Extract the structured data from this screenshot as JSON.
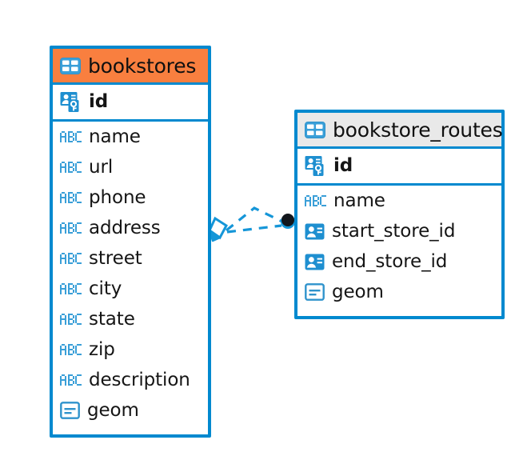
{
  "diagram": {
    "type": "entity-relationship-diagram",
    "background_color": "#ffffff",
    "accent_color": "#0089cf",
    "highlight_color": "#f97f3f",
    "neutral_header_color": "#e9e9e9"
  },
  "entities": [
    {
      "name": "bookstores",
      "header_style": "accent",
      "table_icon": "table-icon",
      "primary_key": {
        "label": "id",
        "icon": "primary-key-icon"
      },
      "fields": [
        {
          "label": "name",
          "icon": "abc-icon"
        },
        {
          "label": "url",
          "icon": "abc-icon"
        },
        {
          "label": "phone",
          "icon": "abc-icon"
        },
        {
          "label": "address",
          "icon": "abc-icon"
        },
        {
          "label": "street",
          "icon": "abc-icon"
        },
        {
          "label": "city",
          "icon": "abc-icon"
        },
        {
          "label": "state",
          "icon": "abc-icon"
        },
        {
          "label": "zip",
          "icon": "abc-icon"
        },
        {
          "label": "description",
          "icon": "abc-icon"
        },
        {
          "label": "geom",
          "icon": "blob-icon"
        }
      ]
    },
    {
      "name": "bookstore_routes",
      "header_style": "neutral",
      "table_icon": "table-icon",
      "primary_key": {
        "label": "id",
        "icon": "primary-key-icon"
      },
      "fields": [
        {
          "label": "name",
          "icon": "abc-icon"
        },
        {
          "label": "start_store_id",
          "icon": "foreign-key-icon"
        },
        {
          "label": "end_store_id",
          "icon": "foreign-key-icon"
        },
        {
          "label": "geom",
          "icon": "blob-icon"
        }
      ]
    }
  ],
  "relationship": {
    "style": "dashed",
    "color": "#1596d8",
    "source_marker": "diamond-outline",
    "target_marker": "filled-circle",
    "source_entity": "bookstores",
    "target_entity": "bookstore_routes"
  }
}
